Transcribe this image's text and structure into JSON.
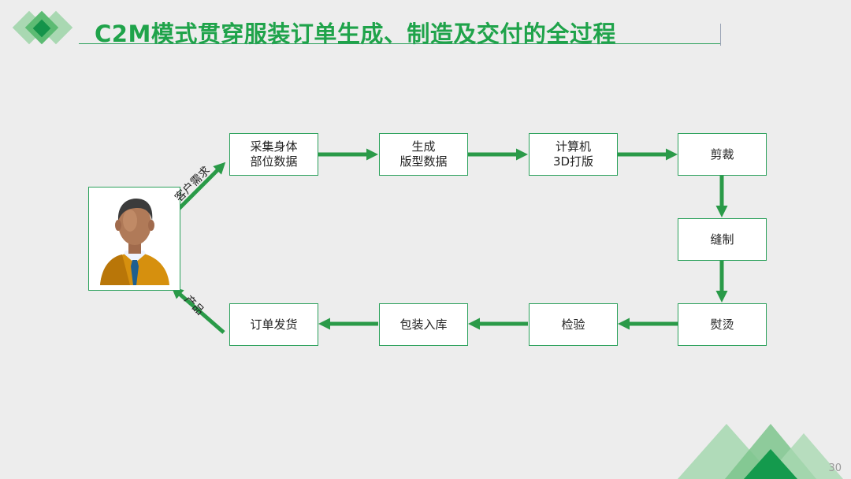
{
  "slide": {
    "title": "C2M模式贯穿服装订单生成、制造及交付的全过程",
    "page_number": "30"
  },
  "diagram": {
    "nodes": {
      "collect": "采集身体\n部位数据",
      "generate": "生成\n版型数据",
      "compute": "计算机\n3D打版",
      "cut": "剪裁",
      "sew": "缝制",
      "iron": "熨烫",
      "inspect": "检验",
      "pack": "包装入库",
      "ship": "订单发货"
    },
    "labels": {
      "customer_demand": "客户需求",
      "product": "产品"
    }
  },
  "colors": {
    "accent": "#1fa34a",
    "arrow": "#2a9a48",
    "box_border": "#2aa05a"
  }
}
